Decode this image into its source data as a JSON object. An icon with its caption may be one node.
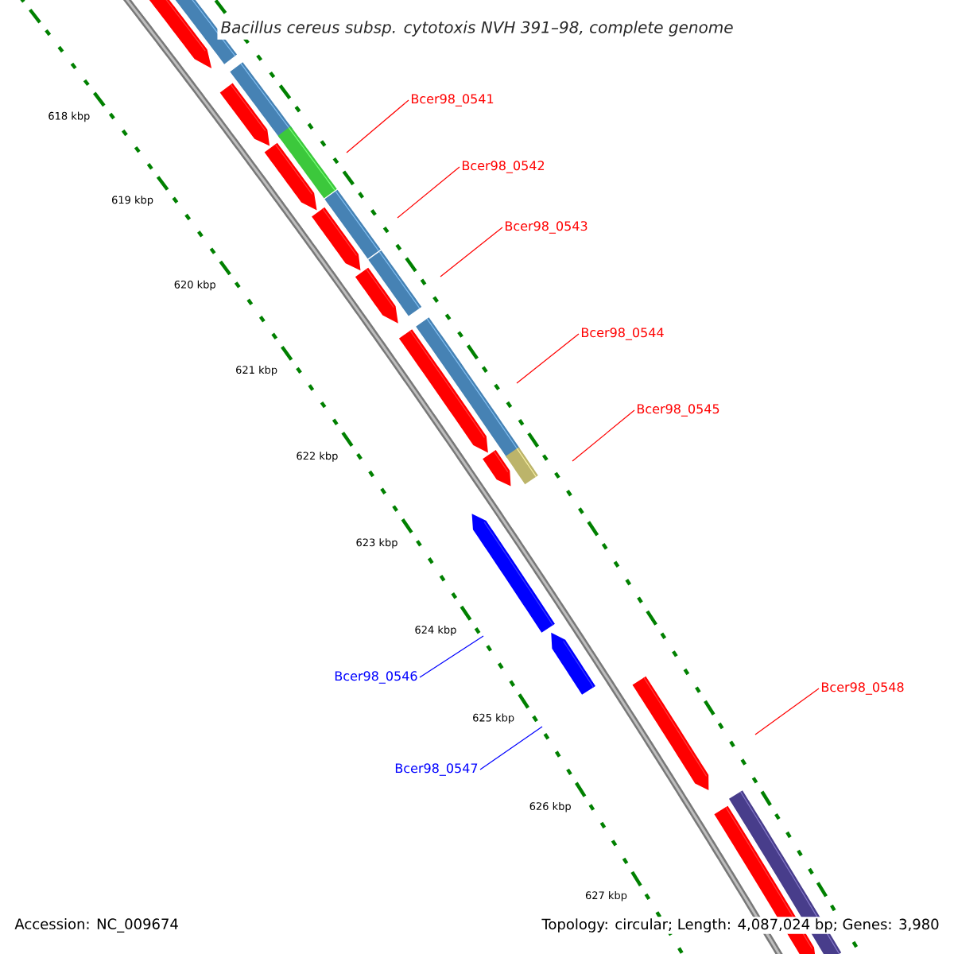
{
  "diagram": {
    "title": "Bacillus cereus subsp. cytotoxis NVH 391–98, complete genome",
    "nodes": [
      {
        "text": [
          "Bcer98_0541"
        ]
      },
      {
        "text": [
          "Bcer98_0542"
        ]
      },
      {
        "text": [
          "Bcer98_0543"
        ]
      },
      {
        "text": [
          "Bcer98_0544"
        ]
      },
      {
        "text": [
          "Bcer98_0545"
        ]
      },
      {
        "text": [
          "Bcer98_0546"
        ]
      },
      {
        "text": [
          "Bcer98_0547"
        ]
      },
      {
        "text": [
          "Bcer98_0548"
        ]
      }
    ],
    "edges": [
      {
        "from": 0,
        "to": null,
        "arrow": "none"
      },
      {
        "from": 1,
        "to": null,
        "arrow": "none"
      },
      {
        "from": 2,
        "to": null,
        "arrow": "none"
      },
      {
        "from": 3,
        "to": null,
        "arrow": "none"
      },
      {
        "from": 4,
        "to": null,
        "arrow": "none"
      },
      {
        "from": 5,
        "to": null,
        "arrow": "none",
        "color": "#0000ff"
      },
      {
        "from": 6,
        "to": null,
        "arrow": "none",
        "color": "#0000ff"
      },
      {
        "from": 7,
        "to": null,
        "arrow": "none"
      }
    ],
    "labels": [
      "618 kbp",
      "619 kbp",
      "620 kbp",
      "621 kbp",
      "622 kbp",
      "623 kbp",
      "624 kbp",
      "625 kbp",
      "626 kbp",
      "627 kbp",
      "Accession: NC_009674",
      "Topology: circular; Length: 4,087,024 bp; Genes: 3,980"
    ]
  }
}
